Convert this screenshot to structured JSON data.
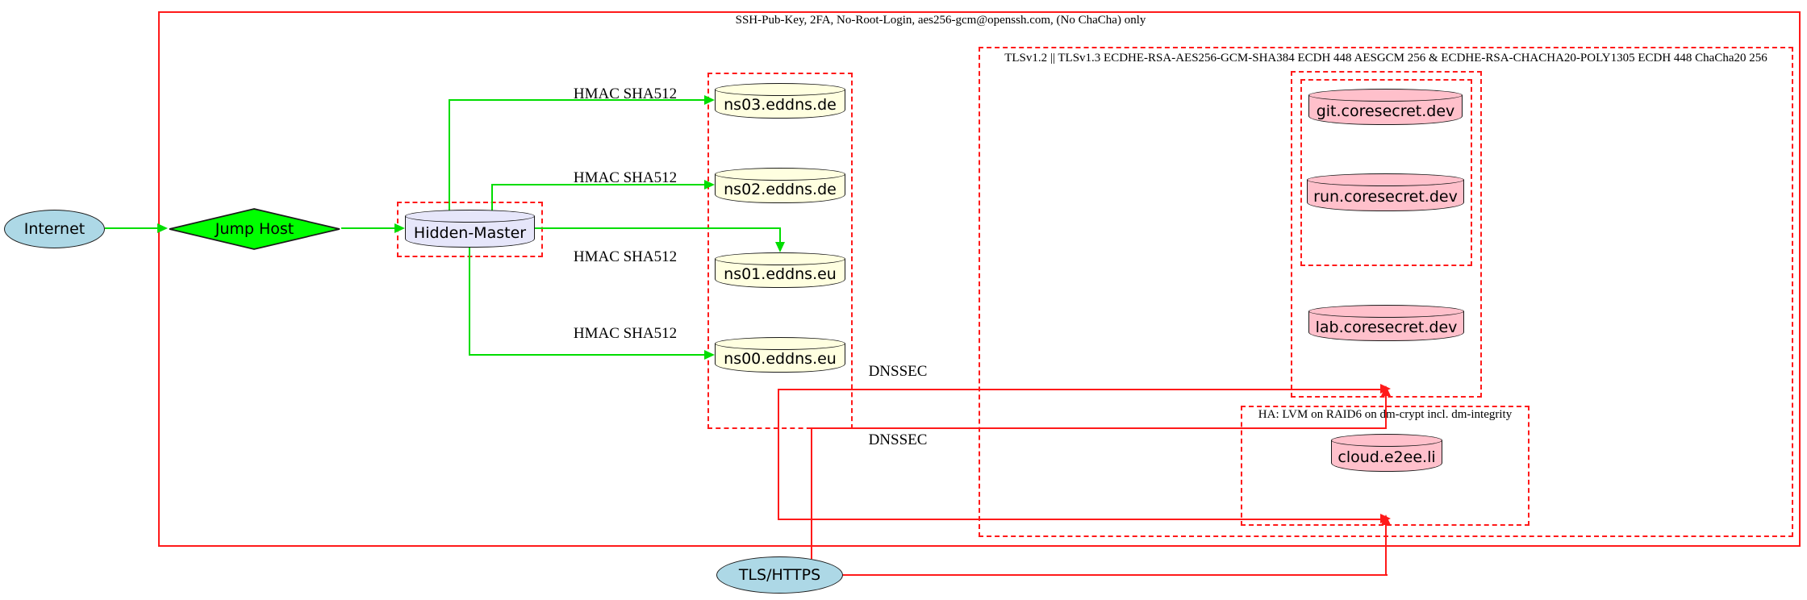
{
  "diagram_title": "DNS / hosting security architecture diagram",
  "clusters": {
    "ssh": {
      "label": "SSH-Pub-Key, 2FA, No-Root-Login, aes256-gcm@openssh.com, (No ChaCha) only"
    },
    "tls": {
      "label": "TLSv1.2 || TLSv1.3 ECDHE-RSA-AES256-GCM-SHA384 ECDH 448 AESGCM 256 & ECDHE-RSA-CHACHA20-POLY1305 ECDH 448 ChaCha20 256"
    },
    "ha": {
      "label": "HA: LVM on RAID6 on dm-crypt incl. dm-integrity"
    }
  },
  "nodes": {
    "internet": {
      "label": "Internet",
      "shape": "ellipse",
      "fill": "#add8e6"
    },
    "jump_host": {
      "label": "Jump Host",
      "shape": "diamond",
      "fill": "#00ff00"
    },
    "hidden_master": {
      "label": "Hidden-Master",
      "shape": "cylinder",
      "fill": "#e6e6fa"
    },
    "ns03": {
      "label": "ns03.eddns.de",
      "shape": "cylinder",
      "fill": "#ffffe0"
    },
    "ns02": {
      "label": "ns02.eddns.de",
      "shape": "cylinder",
      "fill": "#ffffe0"
    },
    "ns01": {
      "label": "ns01.eddns.eu",
      "shape": "cylinder",
      "fill": "#ffffe0"
    },
    "ns00": {
      "label": "ns00.eddns.eu",
      "shape": "cylinder",
      "fill": "#ffffe0"
    },
    "git": {
      "label": "git.coresecret.dev",
      "shape": "cylinder",
      "fill": "#ffc0cb"
    },
    "run": {
      "label": "run.coresecret.dev",
      "shape": "cylinder",
      "fill": "#ffc0cb"
    },
    "lab": {
      "label": "lab.coresecret.dev",
      "shape": "cylinder",
      "fill": "#ffc0cb"
    },
    "cloud": {
      "label": "cloud.e2ee.li",
      "shape": "cylinder",
      "fill": "#ffc0cb"
    },
    "tls_https": {
      "label": "TLS/HTTPS",
      "shape": "ellipse",
      "fill": "#add8e6"
    }
  },
  "edge_labels": {
    "hmac1": "HMAC SHA512",
    "hmac2": "HMAC SHA512",
    "hmac3": "HMAC SHA512",
    "hmac4": "HMAC SHA512",
    "dnssec1": "DNSSEC",
    "dnssec2": "DNSSEC"
  },
  "colors": {
    "edge_green": "#00dd00",
    "edge_red": "#ff1a1a",
    "cluster_border": "#ff1a1a",
    "node_border": "#1a1a1a"
  }
}
